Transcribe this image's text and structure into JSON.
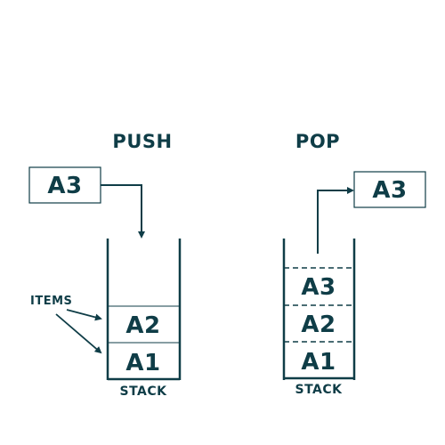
{
  "colors": {
    "ink": "#0f3d47",
    "background": "#ffffff"
  },
  "push": {
    "title": "PUSH",
    "incoming": "A3",
    "stack_items": [
      "A2",
      "A1"
    ],
    "stack_label": "STACK",
    "annotation": "ITEMS"
  },
  "pop": {
    "title": "POP",
    "outgoing": "A3",
    "stack_items": [
      "A3",
      "A2",
      "A1"
    ],
    "stack_label": "STACK"
  }
}
